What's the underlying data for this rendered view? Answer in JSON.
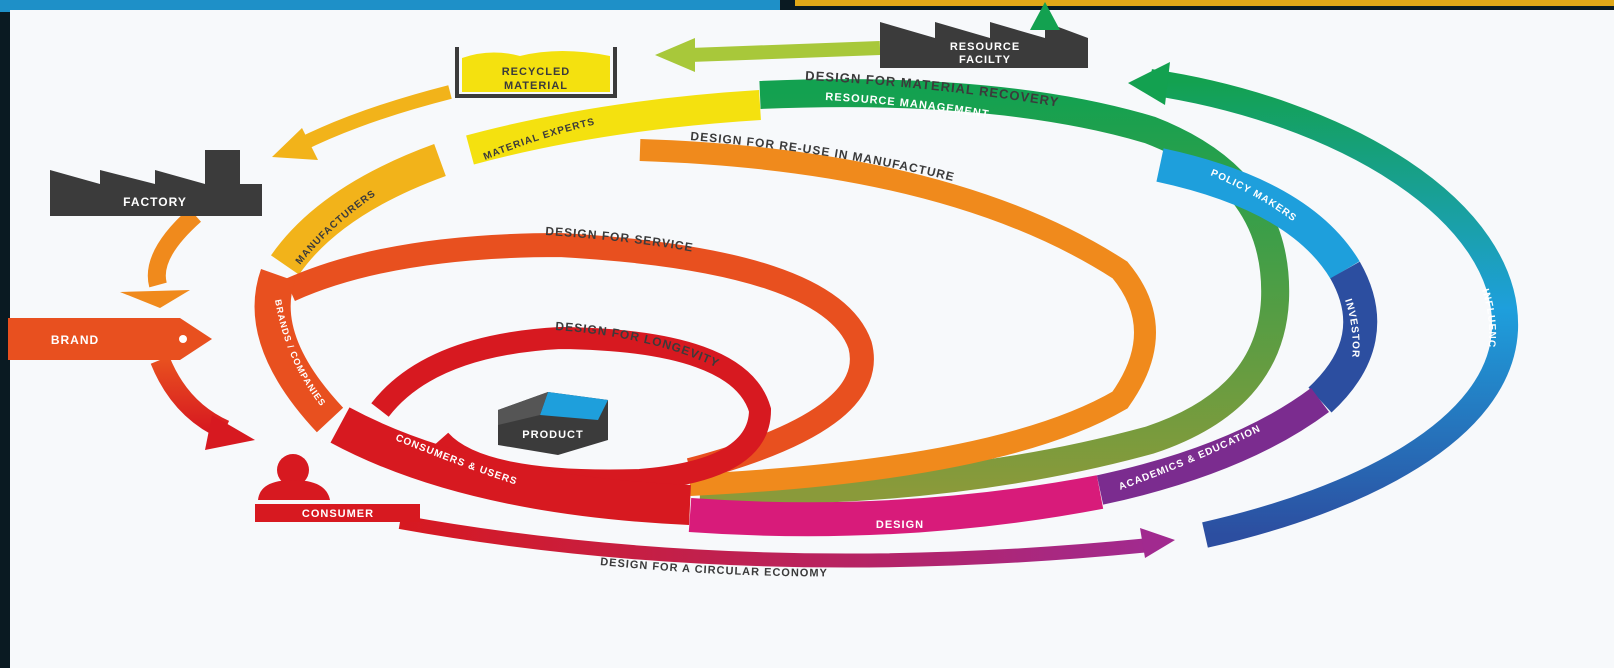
{
  "nodes": {
    "resource_facility": "RESOURCE\nFACILTY",
    "recycled_material": "RECYCLED\nMATERIAL",
    "factory": "FACTORY",
    "brand": "BRAND",
    "consumer": "CONSUMER",
    "product": "PRODUCT"
  },
  "loops": {
    "material_recovery": "DESIGN FOR MATERIAL RECOVERY",
    "reuse_manufacture": "DESIGN FOR RE-USE IN MANUFACTURE",
    "service": "DESIGN FOR SERVICE",
    "longevity": "DESIGN FOR LONGEVITY",
    "circular_economy": "DESIGN FOR A CIRCULAR ECONOMY"
  },
  "bands": {
    "resource_management": "RESOURCE MANAGEMENT",
    "material_experts": "MATERIAL EXPERTS",
    "manufacturers": "MANUFACTURERS",
    "brands_companies": "BRANDS / COMPANIES",
    "consumers_users": "CONSUMERS & USERS",
    "design": "DESIGN",
    "academics_education": "ACADEMICS & EDUCATION",
    "investors": "INVESTORS",
    "policy_makers": "POLICY MAKERS",
    "influencers": "INFLUENCERS"
  },
  "colors": {
    "red": "#d71920",
    "orange_red": "#e8501f",
    "orange": "#f08a1c",
    "amber": "#f2b31a",
    "yellow": "#f4e10f",
    "green": "#13a150",
    "light_blue": "#1e9fdc",
    "dark_blue": "#2c4ea0",
    "purple": "#7b2c8f",
    "magenta": "#d81b7a",
    "dark_grey": "#3b3b3b"
  }
}
